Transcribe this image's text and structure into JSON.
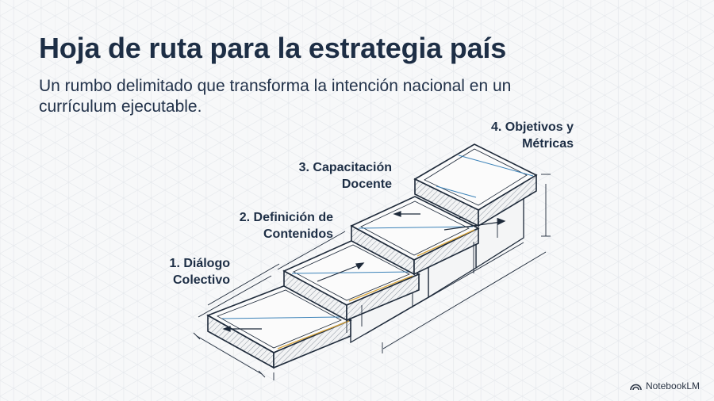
{
  "slide": {
    "title": "Hoja de ruta para la estrategia país",
    "subtitle": "Un rumbo delimitado que transforma la intención nacional en un currículum ejecutable."
  },
  "steps": [
    {
      "lines": [
        "1. Diálogo",
        "Colectivo"
      ]
    },
    {
      "lines": [
        "2. Definición de",
        "Contenidos"
      ]
    },
    {
      "lines": [
        "3. Capacitación",
        "Docente"
      ]
    },
    {
      "lines": [
        "4. Objetivos y",
        "Métricas"
      ]
    }
  ],
  "brand": {
    "name": "NotebookLM",
    "icon": "notebooklm-logo-icon"
  },
  "colors": {
    "title": "#1d2e45",
    "stroke": "#1e2a3a",
    "accent_blue": "#3b82b8",
    "accent_yellow": "#d9a53a",
    "grid": "#e6e9ed"
  }
}
